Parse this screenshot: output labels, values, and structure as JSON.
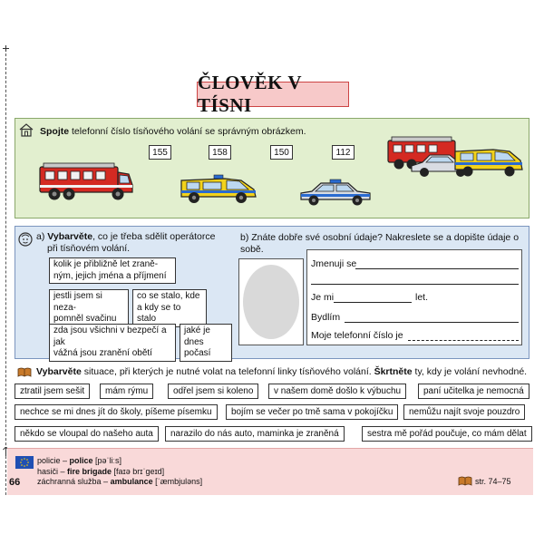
{
  "title": "ČLOVĚK V TÍSNI",
  "task1": {
    "instruction_bold": "Spojte",
    "instruction_rest": " telefonní číslo tísňového volání se správným obrázkem.",
    "numbers": [
      "155",
      "158",
      "150",
      "112"
    ]
  },
  "task2": {
    "a_prefix": "a) ",
    "a_bold": "Vybarvěte",
    "a_rest": ", co je třeba sdělit operátorce",
    "a_line2": "při tísňovém volání.",
    "options": [
      [
        "kolik je přibližně let zraně-",
        "ným, jejich jména a příjmení"
      ],
      [
        "jestli jsem si neza-",
        "pomněl svačinu"
      ],
      [
        "co se stalo, kde",
        "a kdy se to stalo"
      ],
      [
        "zda jsou všichni v bezpečí a jak",
        "vážná jsou zranění obětí"
      ],
      [
        "jaké je dnes",
        "počasí"
      ]
    ],
    "b_text": "b) Znáte dobře své osobní údaje? Nakreslete se a dopište údaje o sobě.",
    "form": {
      "name_label": "Jmenuji se",
      "age_prefix": "Je mi",
      "age_suffix": "let.",
      "address_label": "Bydlím",
      "phone_label": "Moje telefonní číslo je"
    }
  },
  "task3": {
    "bold1": "Vybarvěte",
    "text1": " situace, při kterých je nutné volat na telefonní linky tísňového volání. ",
    "bold2": "Škrtněte",
    "text2": " ty, kdy je volání nevhodné.",
    "items": [
      "ztratil jsem sešit",
      "mám rýmu",
      "odřel jsem si koleno",
      "v našem domě došlo k výbuchu",
      "paní učitelka je nemocná",
      "nechce se mi dnes jít do školy, píšeme písemku",
      "bojím se večer po tmě sama v pokojíčku",
      "nemůžu najít svoje pouzdro",
      "někdo se vloupal do našeho auta",
      "narazilo do nás auto, maminka je zraněná",
      "sestra mě pořád poučuje, co mám dělat"
    ]
  },
  "footer": {
    "page_number": "66",
    "gloss": [
      {
        "cz": "policie – ",
        "en": "police",
        "ipa": " [pəˈliːs]"
      },
      {
        "cz": "hasiči – ",
        "en": "fire brigade",
        "ipa": " [faɪə brɪˈgeɪd]"
      },
      {
        "cz": "záchranná služba – ",
        "en": "ambulance",
        "ipa": " [ˈæmbjuləns]"
      }
    ],
    "reference": "str. 74–75"
  },
  "colors": {
    "title_bg": "#f7c9c9",
    "green_section": "#e2efcf",
    "blue_section": "#dbe7f4",
    "footer_bg": "#f9d9d9",
    "fire_truck_red": "#d42a22",
    "ambulance_yellow": "#f2d21b",
    "police_silver": "#d8dce2"
  }
}
